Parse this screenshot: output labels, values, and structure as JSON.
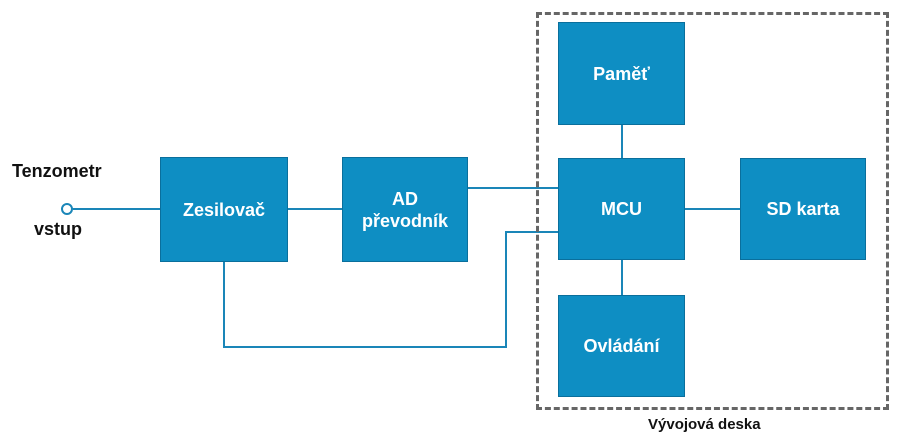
{
  "input": {
    "title": "Tenzometr",
    "port_label": "vstup"
  },
  "blocks": {
    "amplifier": "Zesilovač",
    "adc": "AD\npřevodník",
    "memory": "Paměť",
    "mcu": "MCU",
    "sd_card": "SD karta",
    "controls": "Ovládání"
  },
  "board": {
    "label": "Vývojová deska"
  },
  "colors": {
    "block_fill": "#0e8ec3",
    "wire": "#1a86b8",
    "board_border": "#666666"
  }
}
